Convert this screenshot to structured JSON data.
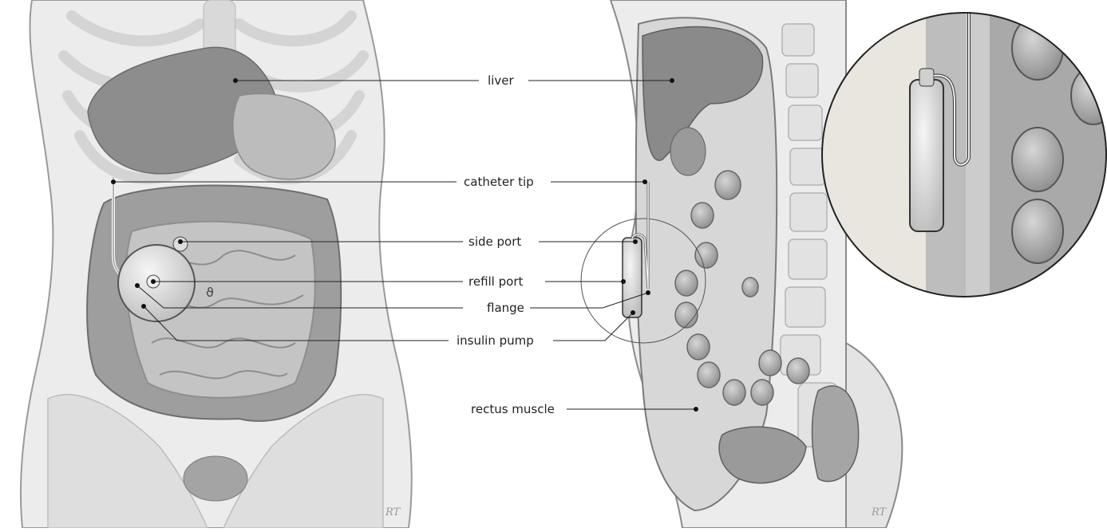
{
  "labels": {
    "liver": "liver",
    "catheter_tip": "catheter tip",
    "side_port": "side port",
    "refill_port": "refill port",
    "flange": "flange",
    "insulin_pump": "insulin pump",
    "rectus_muscle": "rectus muscle"
  },
  "signatures": {
    "left": "RT",
    "right": "RT"
  },
  "colors": {
    "body": "#e9e9e9",
    "organ_dark": "#8f8f8f",
    "organ_mid": "#b5b5b5",
    "bone": "#d8d8d8",
    "pump": "#dcdcdc"
  }
}
